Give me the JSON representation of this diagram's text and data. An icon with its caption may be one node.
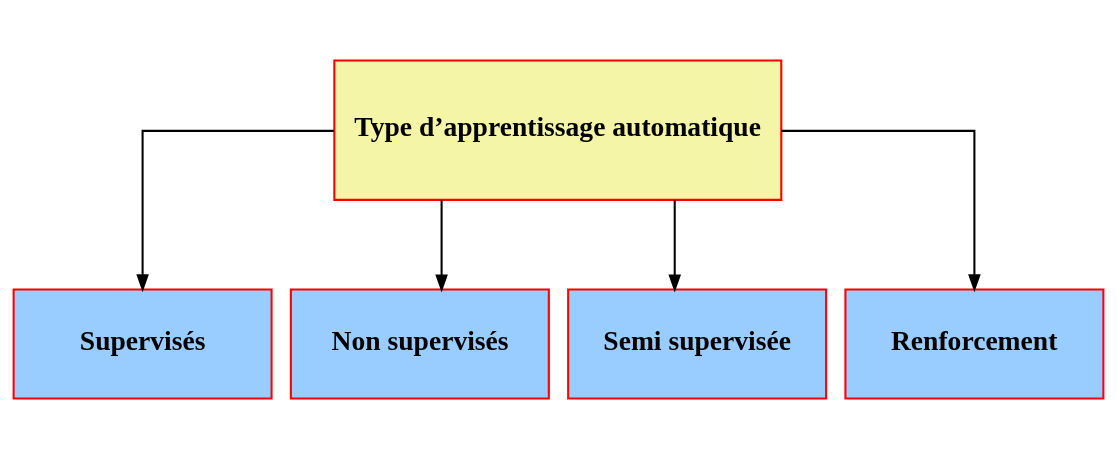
{
  "diagram": {
    "nodes": [
      {
        "text": [
          "Type d’apprentissage automatique"
        ]
      },
      {
        "text": [
          "Supervisés"
        ]
      },
      {
        "text": [
          "Non supervisés"
        ]
      },
      {
        "text": [
          "Semi supervisée"
        ]
      },
      {
        "text": [
          "Renforcement"
        ]
      }
    ],
    "edges": [
      {
        "from": 0,
        "to": 1,
        "arrow": "to"
      },
      {
        "from": 0,
        "to": 2,
        "arrow": "to"
      },
      {
        "from": 0,
        "to": 3,
        "arrow": "to"
      },
      {
        "from": 0,
        "to": 4,
        "arrow": "to"
      }
    ]
  }
}
